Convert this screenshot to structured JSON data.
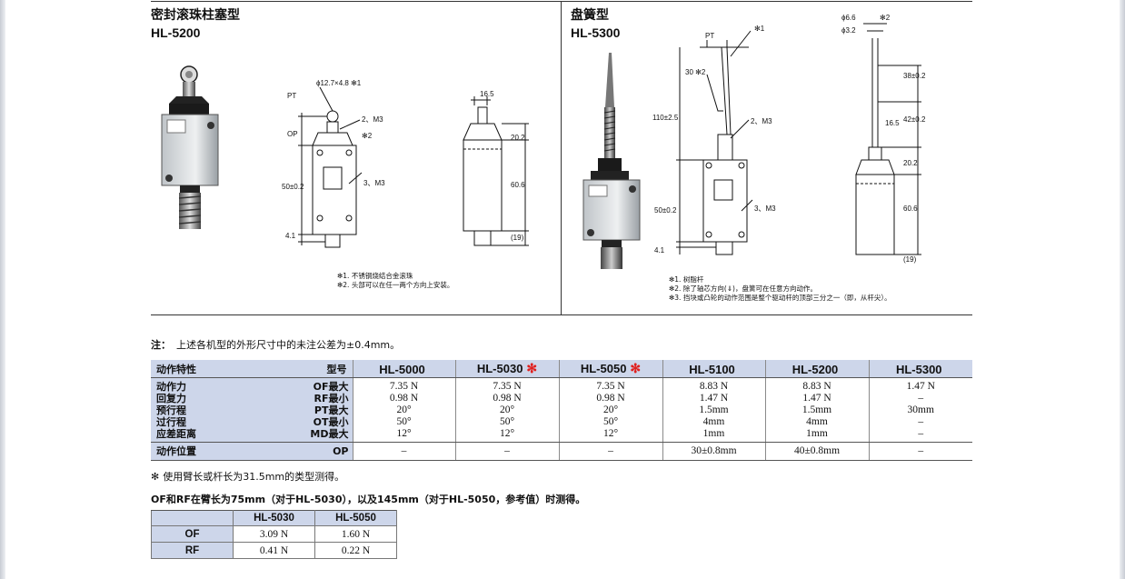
{
  "left_product": {
    "name_cn": "密封滚珠柱塞型",
    "model": "HL-5200",
    "dims": {
      "pt": "PT",
      "op": "OP",
      "ball": "ϕ12.7×4.8 ✻1",
      "m3_top": "2、M3",
      "note2": "✻2",
      "m3_side": "3、M3",
      "h50": "50±0.2",
      "h41": "4.1",
      "w165": "16.5",
      "h202": "20.2",
      "h606": "60.6",
      "h19": "(19)"
    },
    "notes": [
      "✻1. 不锈钢烧结合金滚珠",
      "✻2. 头部可以在任一两个方向上安装。"
    ]
  },
  "right_product": {
    "name_cn": "盘簧型",
    "model": "HL-5300",
    "dims": {
      "pt": "PT",
      "n1": "✻1",
      "h30": "30 ✻2",
      "h110": "110±2.5",
      "m3_top": "2、M3",
      "m3_side": "3、M3",
      "h50": "50±0.2",
      "h41": "4.1",
      "d66": "ϕ6.6",
      "d32": "ϕ3.2",
      "n2": "✻2",
      "h38": "38±0.2",
      "h42": "42±0.2",
      "w165": "16.5",
      "h202": "20.2",
      "h606": "60.6",
      "h19": "(19)"
    },
    "notes": [
      "✻1. 树脂杆",
      "✻2. 除了轴芯方向(⇓)，盘簧可在任意方向动作。",
      "✻3. 挡块或凸轮的动作范围是整个驱动杆的顶部三分之一（即，从杆尖）。"
    ]
  },
  "tolerance_note": {
    "label": "注：",
    "text": "上述各机型的外形尺寸中的未注公差为±0.4mm。"
  },
  "spec_table": {
    "corner_left": "动作特性",
    "corner_right": "型号",
    "columns": [
      {
        "name": "HL-5000",
        "star": ""
      },
      {
        "name": "HL-5030",
        "star": "✻"
      },
      {
        "name": "HL-5050",
        "star": "✻"
      },
      {
        "name": "HL-5100",
        "star": ""
      },
      {
        "name": "HL-5200",
        "star": ""
      },
      {
        "name": "HL-5300",
        "star": ""
      }
    ],
    "row_labels": [
      {
        "name": "动作力",
        "code": "OF最大"
      },
      {
        "name": "回复力",
        "code": "RF最小"
      },
      {
        "name": "预行程",
        "code": "PT最大"
      },
      {
        "name": "过行程",
        "code": "OT最小"
      },
      {
        "name": "应差距离",
        "code": "MD最大"
      }
    ],
    "cells": [
      [
        "7.35 N",
        "0.98 N",
        "20°",
        "50°",
        "12°"
      ],
      [
        "7.35 N",
        "0.98 N",
        "20°",
        "50°",
        "12°"
      ],
      [
        "7.35 N",
        "0.98 N",
        "20°",
        "50°",
        "12°"
      ],
      [
        "8.83 N",
        "1.47 N",
        "1.5mm",
        "4mm",
        "1mm"
      ],
      [
        "8.83 N",
        "1.47 N",
        "1.5mm",
        "4mm",
        "1mm"
      ],
      [
        "1.47 N",
        "–",
        "30mm",
        "–",
        "–"
      ]
    ],
    "position_row": {
      "name": "动作位置",
      "code": "OP",
      "values": [
        "–",
        "–",
        "–",
        "30±0.8mm",
        "40±0.8mm",
        "–"
      ]
    }
  },
  "footnote_star": {
    "star": "✻",
    "text": "使用臂长或杆长为31.5mm的类型测得。"
  },
  "footnote_arm": "OF和RF在臂长为75mm（对于HL-5030），以及145mm（对于HL-5050，参考值）时测得。",
  "small_table": {
    "columns": [
      "HL-5030",
      "HL-5050"
    ],
    "rows": [
      {
        "label": "OF",
        "values": [
          "3.09 N",
          "1.60 N"
        ]
      },
      {
        "label": "RF",
        "values": [
          "0.41 N",
          "0.22 N"
        ]
      }
    ]
  }
}
